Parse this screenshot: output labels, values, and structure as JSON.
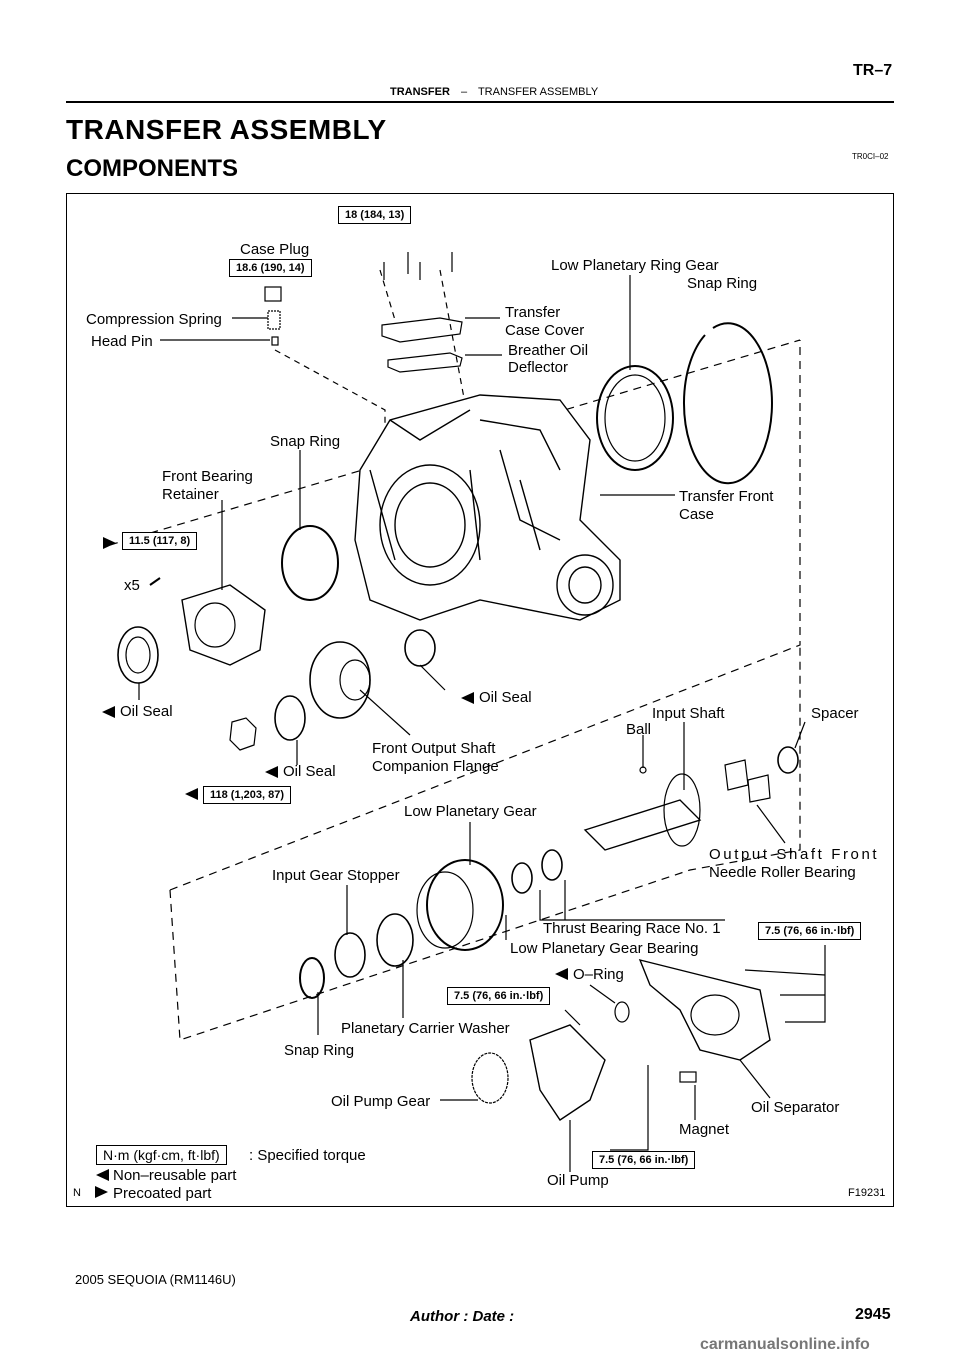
{
  "header": {
    "page_code": "TR–7",
    "section_bold": "TRANSFER",
    "section_sep": "–",
    "section_rest": "TRANSFER ASSEMBLY"
  },
  "title": "TRANSFER ASSEMBLY",
  "subtitle": "COMPONENTS",
  "ref_code": "TR0CI–02",
  "labels": {
    "case_plug": "Case Plug",
    "low_planetary_ring_gear": "Low Planetary Ring Gear",
    "snap_ring_top": "Snap Ring",
    "compression_spring": "Compression Spring",
    "head_pin": "Head Pin",
    "transfer_case_cover_1": "Transfer",
    "transfer_case_cover_2": "Case Cover",
    "breather_1": "Breather Oil",
    "breather_2": "Deflector",
    "snap_ring_mid": "Snap Ring",
    "front_bearing_1": "Front Bearing",
    "front_bearing_2": "Retainer",
    "transfer_front_1": "Transfer Front",
    "transfer_front_2": "Case",
    "x5": "x5",
    "oil_seal_1": "Oil Seal",
    "oil_seal_2": "Oil Seal",
    "oil_seal_3": "Oil Seal",
    "input_shaft": "Input Shaft",
    "spacer": "Spacer",
    "ball": "Ball",
    "front_output_1": "Front Output Shaft",
    "front_output_2": "Companion Flange",
    "low_planetary_gear": "Low Planetary Gear",
    "output_bearing_1": "Output Shaft Front",
    "output_bearing_2": "Needle Roller Bearing",
    "input_gear_stopper": "Input Gear Stopper",
    "thrust_race": "Thrust Bearing Race No. 1",
    "low_planetary_bearing": "Low Planetary Gear Bearing",
    "o_ring": "O–Ring",
    "planetary_washer": "Planetary Carrier Washer",
    "snap_ring_bottom": "Snap Ring",
    "oil_pump_gear": "Oil Pump Gear",
    "oil_separator": "Oil Separator",
    "magnet": "Magnet",
    "oil_pump": "Oil Pump"
  },
  "torques": {
    "t1": "18 (184, 13)",
    "t2": "18.6 (190, 14)",
    "t3": "11.5 (117, 8)",
    "t4": "118 (1,203, 87)",
    "t5": "7.5 (76, 66 in.·lbf)",
    "t6": "7.5 (76, 66 in.·lbf)",
    "t7": "7.5 (76, 66 in.·lbf)"
  },
  "legend": {
    "unit": "N·m (kgf·cm, ft·lbf)",
    "specified": ": Specified torque",
    "non_reusable": "Non–reusable part",
    "precoated": "Precoated part"
  },
  "figure_number": "F19231",
  "n_mark": "N",
  "footer": {
    "model": "2005 SEQUOIA   (RM1146U)",
    "author_date": "Author :                  Date :",
    "page_number": "2945"
  },
  "watermark": "carmanualsonline.info"
}
